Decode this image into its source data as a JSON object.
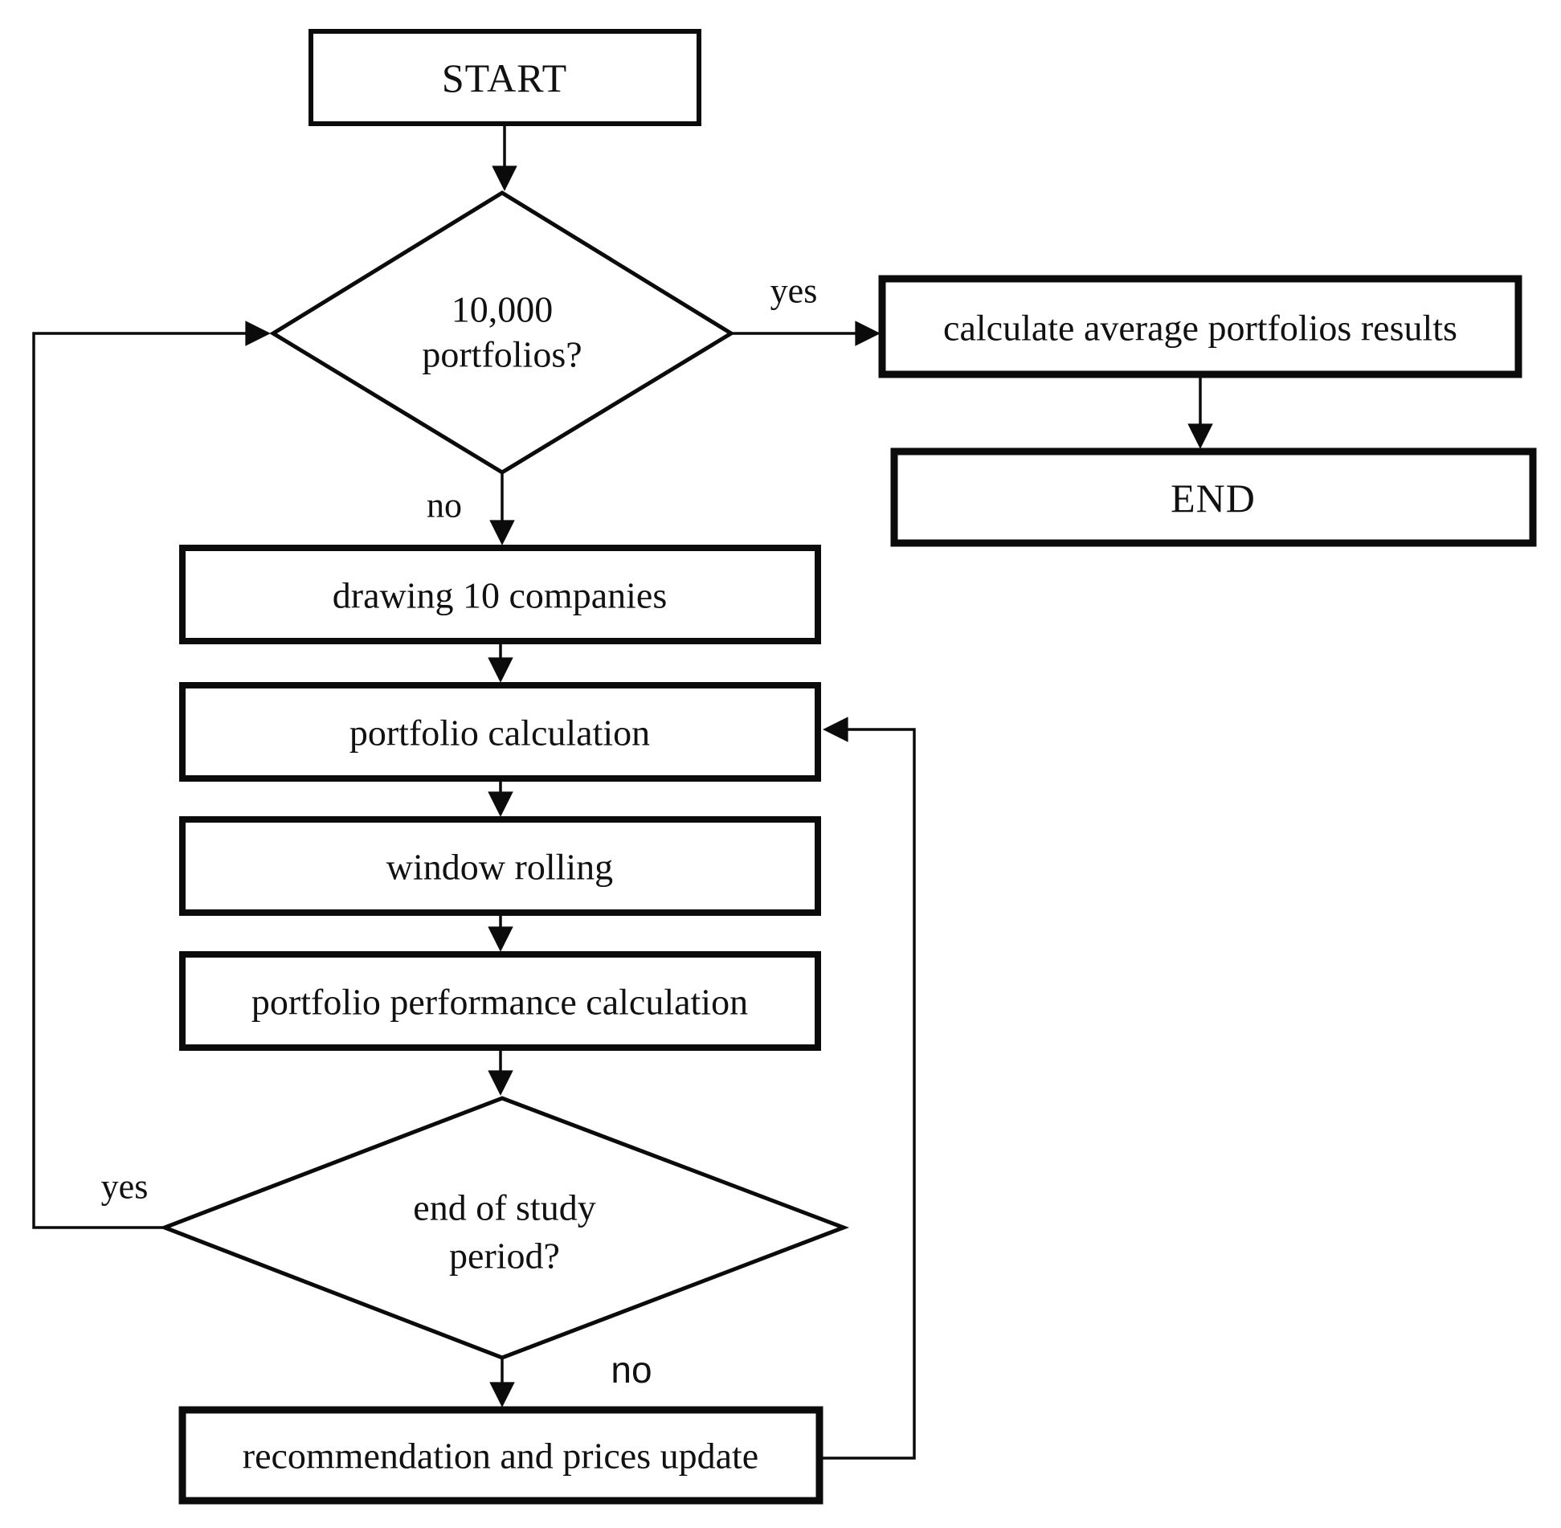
{
  "figure": {
    "background": "#ffffff",
    "ink": "#000000"
  },
  "nodes": {
    "start": {
      "label": "START"
    },
    "portfolios_decision": {
      "line1": "10,000",
      "line2": "portfolios?"
    },
    "calc_average": {
      "label": "calculate average portfolios results"
    },
    "end": {
      "label": "END"
    },
    "drawing_companies": {
      "label": "drawing 10 companies"
    },
    "portfolio_calculation": {
      "label": "portfolio calculation"
    },
    "window_rolling": {
      "label": "window rolling"
    },
    "performance_calculation": {
      "label": "portfolio performance calculation"
    },
    "study_period_decision": {
      "line1": "end of study",
      "line2": "period?"
    },
    "recommendation_update": {
      "label": "recommendation and prices update"
    }
  },
  "edge_labels": {
    "portfolios_yes": "yes",
    "portfolios_no": "no",
    "study_yes": "yes",
    "study_no": "no"
  }
}
